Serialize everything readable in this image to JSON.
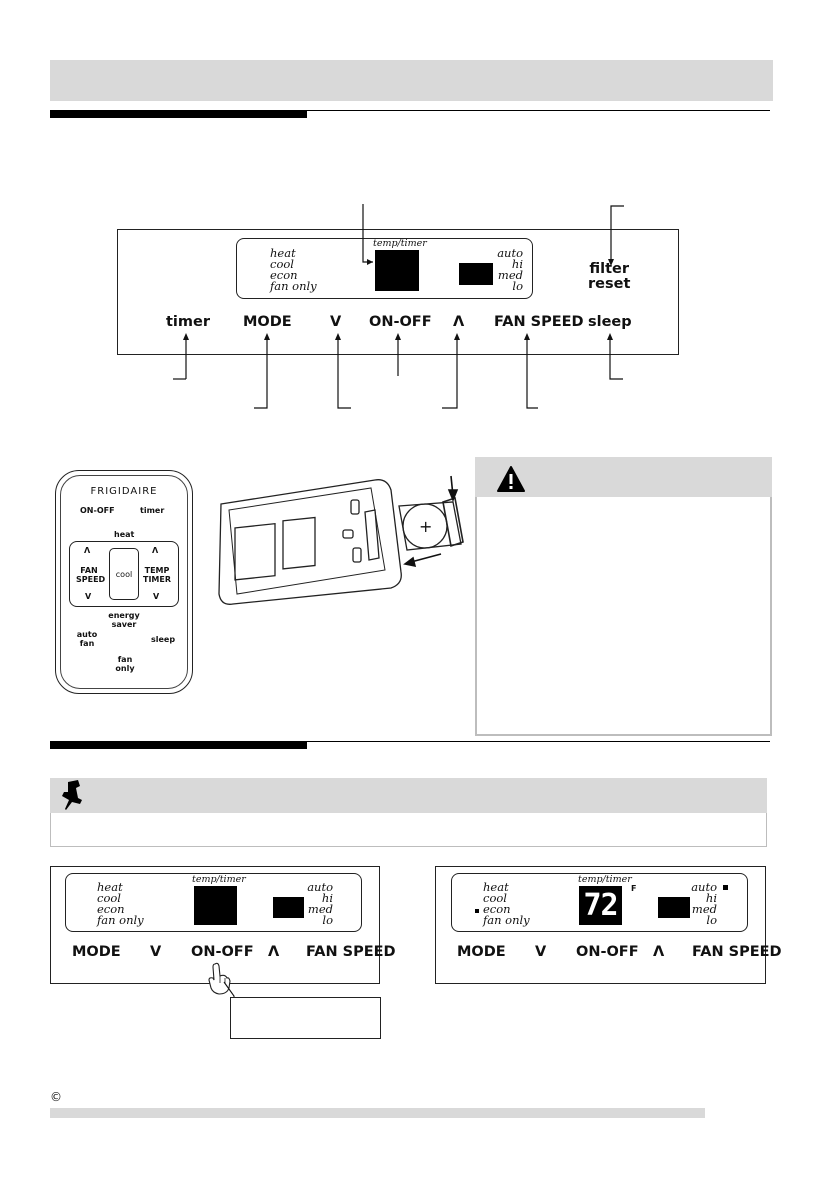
{
  "top_panel": {
    "modes": [
      "heat",
      "cool",
      "econ",
      "fan only"
    ],
    "temp_timer": "temp/timer",
    "speeds": [
      "auto",
      "hi",
      "med",
      "lo"
    ],
    "filter_reset": [
      "filter",
      "reset"
    ],
    "buttons": {
      "timer": "timer",
      "mode": "MODE",
      "down": "V",
      "onoff": "ON-OFF",
      "up": "Λ",
      "fan_speed": "FAN SPEED",
      "sleep": "sleep"
    }
  },
  "remote": {
    "brand": "FRIGIDAIRE",
    "onoff": "ON-OFF",
    "timer": "timer",
    "heat": "heat",
    "fan_speed": [
      "FAN",
      "SPEED"
    ],
    "cool": "cool",
    "temp_timer": [
      "TEMP",
      "TIMER"
    ],
    "up": "Λ",
    "down": "V",
    "energy_saver": [
      "energy",
      "saver"
    ],
    "auto_fan": [
      "auto",
      "fan"
    ],
    "sleep": "sleep",
    "fan_only": [
      "fan",
      "only"
    ]
  },
  "battery_plus": "+",
  "bottom_panel_1": {
    "temp_timer": "temp/timer",
    "modes": [
      "heat",
      "cool",
      "econ",
      "fan only"
    ],
    "speeds": [
      "auto",
      "hi",
      "med",
      "lo"
    ],
    "buttons": {
      "mode": "MODE",
      "down": "V",
      "onoff": "ON-OFF",
      "up": "Λ",
      "fan_speed": "FAN SPEED"
    }
  },
  "bottom_panel_2": {
    "temp_timer": "temp/timer",
    "display": "72",
    "unit": "F",
    "modes": [
      "heat",
      "cool",
      "econ",
      "fan only"
    ],
    "speeds": [
      "auto",
      "hi",
      "med",
      "lo"
    ],
    "buttons": {
      "mode": "MODE",
      "down": "V",
      "onoff": "ON-OFF",
      "up": "Λ",
      "fan_speed": "FAN SPEED"
    }
  },
  "copyright": "©"
}
